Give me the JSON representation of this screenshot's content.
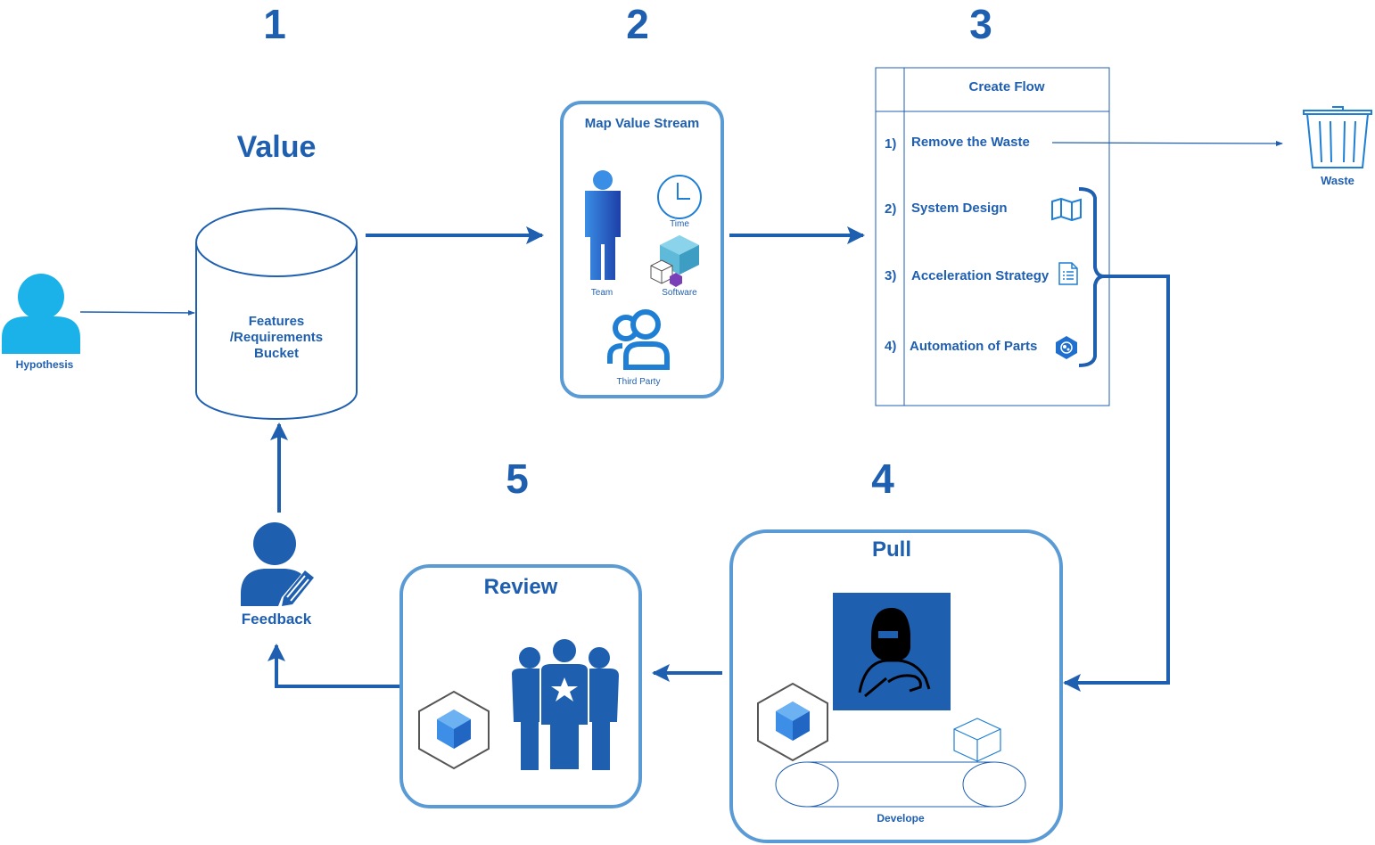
{
  "steps": [
    "1",
    "2",
    "3",
    "4",
    "5"
  ],
  "value_title": "Value",
  "hypothesis": {
    "label": "Hypothesis"
  },
  "bucket": {
    "line1": "Features",
    "line2": "/Requirements",
    "line3": "Bucket"
  },
  "map_value_stream": {
    "title": "Map Value Stream",
    "time": "Time",
    "team": "Team",
    "software": "Software",
    "third_party": "Third Party"
  },
  "create_flow": {
    "title": "Create Flow",
    "items": [
      {
        "num": "1)",
        "label": "Remove the Waste"
      },
      {
        "num": "2)",
        "label": "System Design"
      },
      {
        "num": "3)",
        "label": "Acceleration Strategy"
      },
      {
        "num": "4)",
        "label": "Automation of Parts"
      }
    ]
  },
  "waste": {
    "label": "Waste"
  },
  "pull": {
    "title": "Pull",
    "conveyor_label": "Develope"
  },
  "review": {
    "title": "Review"
  },
  "feedback": {
    "label": "Feedback"
  },
  "colors": {
    "primary": "#1f5fb0",
    "light_blue": "#5b9bd5",
    "cyan": "#1ab2e8"
  }
}
